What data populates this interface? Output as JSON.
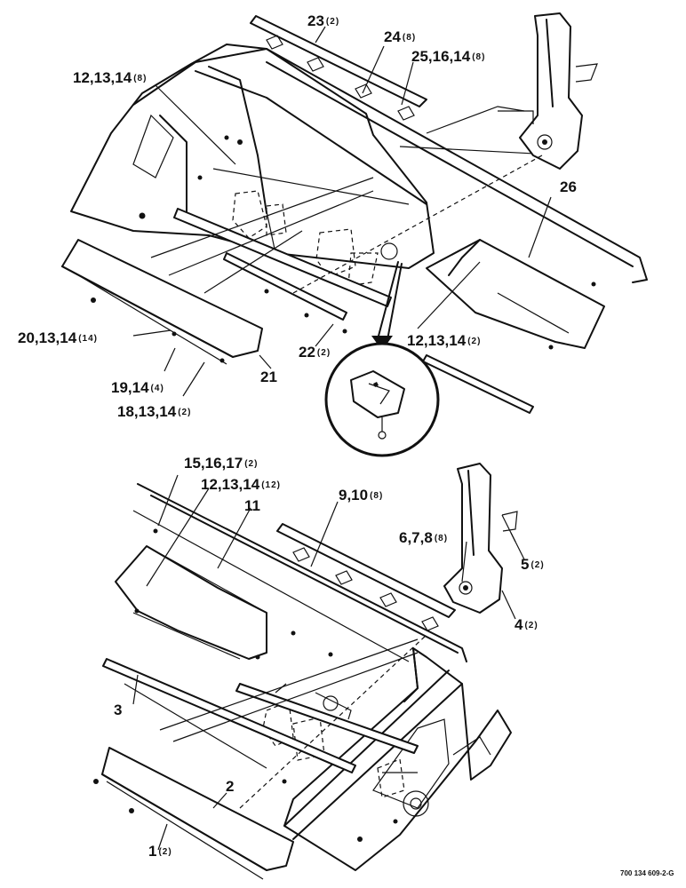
{
  "figure": {
    "part_number": "700 134 609-2-G"
  },
  "callouts": [
    {
      "id": "c23",
      "label": "23",
      "qty": "(2)"
    },
    {
      "id": "c24",
      "label": "24",
      "qty": "(8)"
    },
    {
      "id": "c25",
      "label": "25,16,14",
      "qty": "(8)"
    },
    {
      "id": "c12a",
      "label": "12,13,14",
      "qty": "(8)"
    },
    {
      "id": "c26",
      "label": "26",
      "qty": ""
    },
    {
      "id": "c20",
      "label": "20,13,14",
      "qty": "(14)"
    },
    {
      "id": "c22",
      "label": "22",
      "qty": "(2)"
    },
    {
      "id": "c12b",
      "label": "12,13,14",
      "qty": "(2)"
    },
    {
      "id": "c19",
      "label": "19,14",
      "qty": "(4)"
    },
    {
      "id": "c21",
      "label": "21",
      "qty": ""
    },
    {
      "id": "c18",
      "label": "18,13,14",
      "qty": "(2)"
    },
    {
      "id": "c15",
      "label": "15,16,17",
      "qty": "(2)"
    },
    {
      "id": "c12c",
      "label": "12,13,14",
      "qty": "(12)"
    },
    {
      "id": "c9",
      "label": "9,10",
      "qty": "(8)"
    },
    {
      "id": "c11",
      "label": "11",
      "qty": ""
    },
    {
      "id": "c6",
      "label": "6,7,8",
      "qty": "(8)"
    },
    {
      "id": "c5",
      "label": "5",
      "qty": "(2)"
    },
    {
      "id": "c4",
      "label": "4",
      "qty": "(2)"
    },
    {
      "id": "c3",
      "label": "3",
      "qty": ""
    },
    {
      "id": "c2",
      "label": "2",
      "qty": ""
    },
    {
      "id": "c1",
      "label": "1",
      "qty": "(2)"
    }
  ]
}
